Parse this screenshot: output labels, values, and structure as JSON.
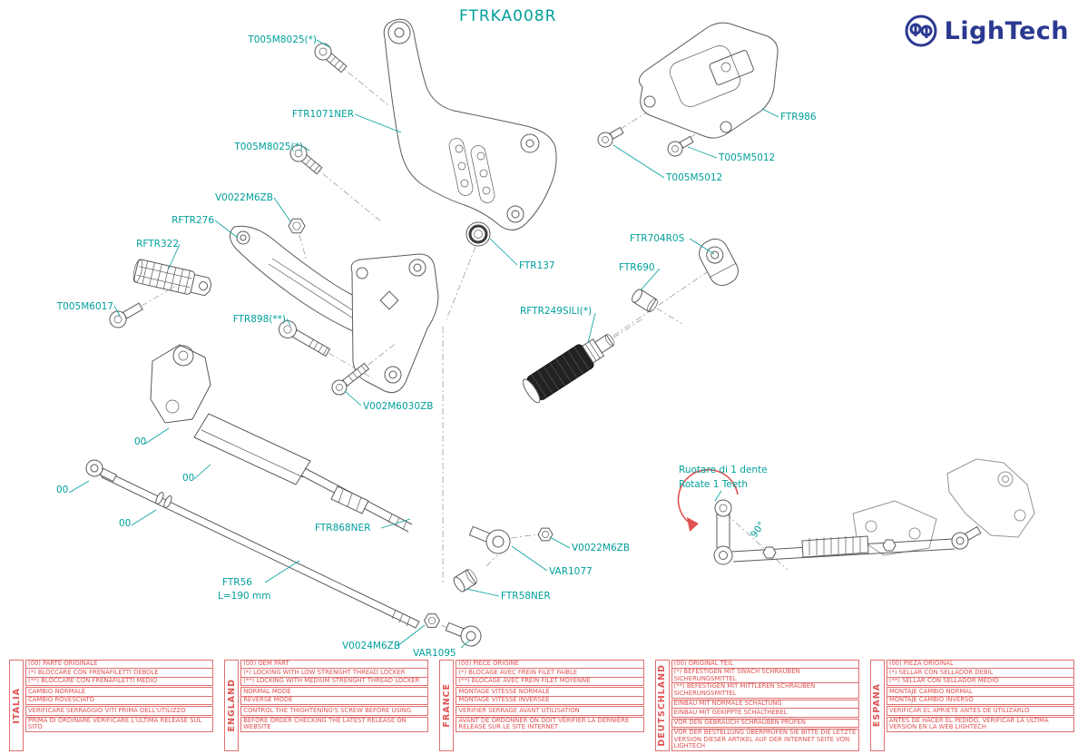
{
  "title": "FTRKA008R",
  "logo": {
    "name": "LighTech"
  },
  "labels": [
    {
      "text": "T005M8025(*)"
    },
    {
      "text": "FTR1071NER"
    },
    {
      "text": "T005M8025(*)"
    },
    {
      "text": "V0022M6ZB"
    },
    {
      "text": "RFTR276"
    },
    {
      "text": "RFTR322"
    },
    {
      "text": "T005M6017"
    },
    {
      "text": "FTR898(**)"
    },
    {
      "text": "V002M6030ZB"
    },
    {
      "text": "FTR137"
    },
    {
      "text": "FTR986"
    },
    {
      "text": "T005M5012"
    },
    {
      "text": "T005M5012"
    },
    {
      "text": "FTR704R0S"
    },
    {
      "text": "FTR690"
    },
    {
      "text": "RFTR249SILI(*)"
    },
    {
      "text": "FTR868NER"
    },
    {
      "text": "V0022M6ZB"
    },
    {
      "text": "VAR1077"
    },
    {
      "text": "FTR58NER"
    },
    {
      "text": "FTR56"
    },
    {
      "text": "L=190 mm"
    },
    {
      "text": "V0024M6ZB"
    },
    {
      "text": "VAR1095"
    }
  ],
  "notes": {
    "oem_marker": "00",
    "rotate_it": "Ruotare di 1 dente",
    "rotate_en": "Rotate 1 Teeth",
    "angle": "90°"
  },
  "colors": {
    "label_teal": "#00A09B",
    "note_red": "#E05252",
    "logo_blue": "#2B3990"
  },
  "footer": [
    {
      "name": "ITALIA",
      "rows": [
        "(00) PARTE ORIGINALE",
        "(*)  BLOCCARE CON FRENAFILETTI DEBOLE",
        "(**) BLOCCARE CON FRENAFILETTI MEDIO",
        "CAMBIO NORMALE",
        "CAMBIO ROVESCIATO",
        "VERIFICARE SERRAGGIO VITI PRIMA DELL'UTILIZZO",
        "PRIMA DI ORDINARE VERIFICARE L'ULTIMA RELEASE SUL SITO"
      ]
    },
    {
      "name": "ENGLAND",
      "rows": [
        "(00) OEM PART",
        "(*)  LOCKING WITH LOW STRENGHT THREAD LOCKER",
        "(**) LOCKING WITH MEDIUM STRENGHT THREAD LOCKER",
        "NORMAL MODE",
        "REVERSE MODE",
        "CONTROL THE THIGHTENING'S SCREW BEFORE USING",
        "BEFORE ORDER CHECKING THE LATEST RELEASE ON WEBSITE"
      ]
    },
    {
      "name": "FRANCE",
      "rows": [
        "(00) PIECE ORIGINE",
        "(*)  BLOCAGE AVEC FREIN FILET FAIBLE",
        "(**) BLOCAGE AVEC FREIN FILET MOYENNE",
        "MONTAGE VITESSE NORMALE",
        "MONTAGE VITESSE INVERSEE",
        "VERIFIER SERRAGE AVANT UTILISATION",
        "AVANT DE ORDONNER ON DOIT VÉRIFIER LA DERNIÈRE RELEASE SUR LE SITE INTERNET"
      ]
    },
    {
      "name": "DEUTSCHLAND",
      "rows": [
        "(00) ORIGINAL TEIL",
        "(*)  BEFESTIGEN MIT SWACH SCHRAUBEN SICHERUNGSMITTEL",
        "(**) BEFESTIGEN MIT MITTLEREN SCHRAUBEN SICHERUNGSMITTEL",
        "EINBAU MIT NORMALE SCHALTUNG",
        "EINBAU MIT GEKIPPTE SCHALTHEBEL",
        "VOR DEN GEBRAUCH SCHRAUBEN PRÜFEN",
        "VOR DER BESTELLUNG ÜBERPRÜFEN SIE BITTE DIE LETZTE VERSION DIESER ARTIKEL AUF DER INTERNET SEITE VON LIGHTECH"
      ]
    },
    {
      "name": "ESPAÑA",
      "rows": [
        "(00) PIEZA ORIGINAL",
        "(*)  SELLAR CON SELLADOR DEBIL",
        "(**) SELLAR CON SELLADOR MEDIO",
        "MONTAJE  CAMBIO NORMAL",
        "MONTAJE CAMBIO INVERSO",
        "VERIFICAR EL APRIETE ANTES DE UTILIZARLO",
        "ANTES DE HACER EL PEDIDO, VERIFICAR LA ULTIMA VERSION EN LA WEB LIGHTECH"
      ]
    }
  ]
}
